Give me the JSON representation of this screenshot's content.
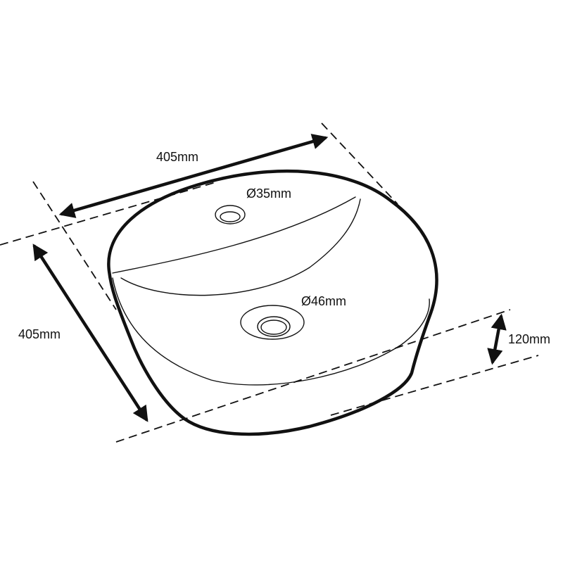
{
  "dimensions": {
    "width": "405mm",
    "depth": "405mm",
    "height": "120mm",
    "tap_hole": "Ø35mm",
    "waste": "Ø46mm"
  },
  "colors": {
    "line": "#111111",
    "background": "#ffffff"
  }
}
